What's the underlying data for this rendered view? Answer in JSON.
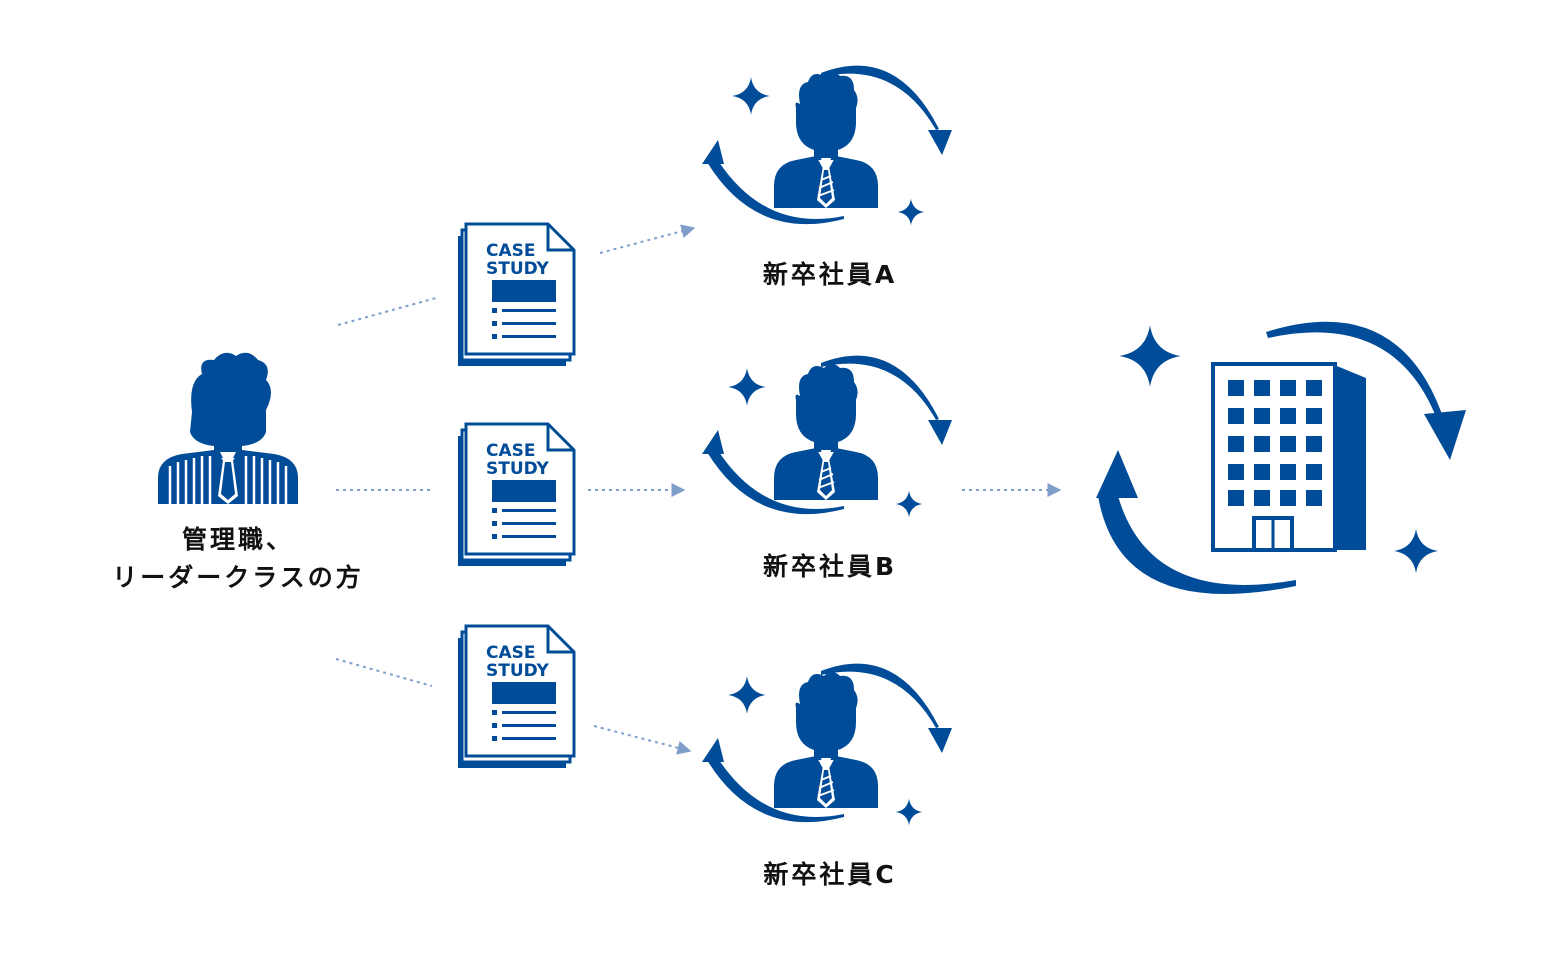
{
  "colors": {
    "primary": "#004C98",
    "connector": "#7F9ECC",
    "background": "#FFFFFF"
  },
  "manager": {
    "icon": "manager-person-icon",
    "label_line1": "管理職、",
    "label_line2": "リーダークラスの方"
  },
  "case_study": {
    "icon": "case-study-document-icon",
    "line1": "CASE",
    "line2": "STUDY"
  },
  "employees": [
    {
      "icon": "employee-person-icon",
      "label": "新卒社員A"
    },
    {
      "icon": "employee-person-icon",
      "label": "新卒社員B"
    },
    {
      "icon": "employee-person-icon",
      "label": "新卒社員C"
    }
  ],
  "company": {
    "icon": "office-building-icon"
  }
}
